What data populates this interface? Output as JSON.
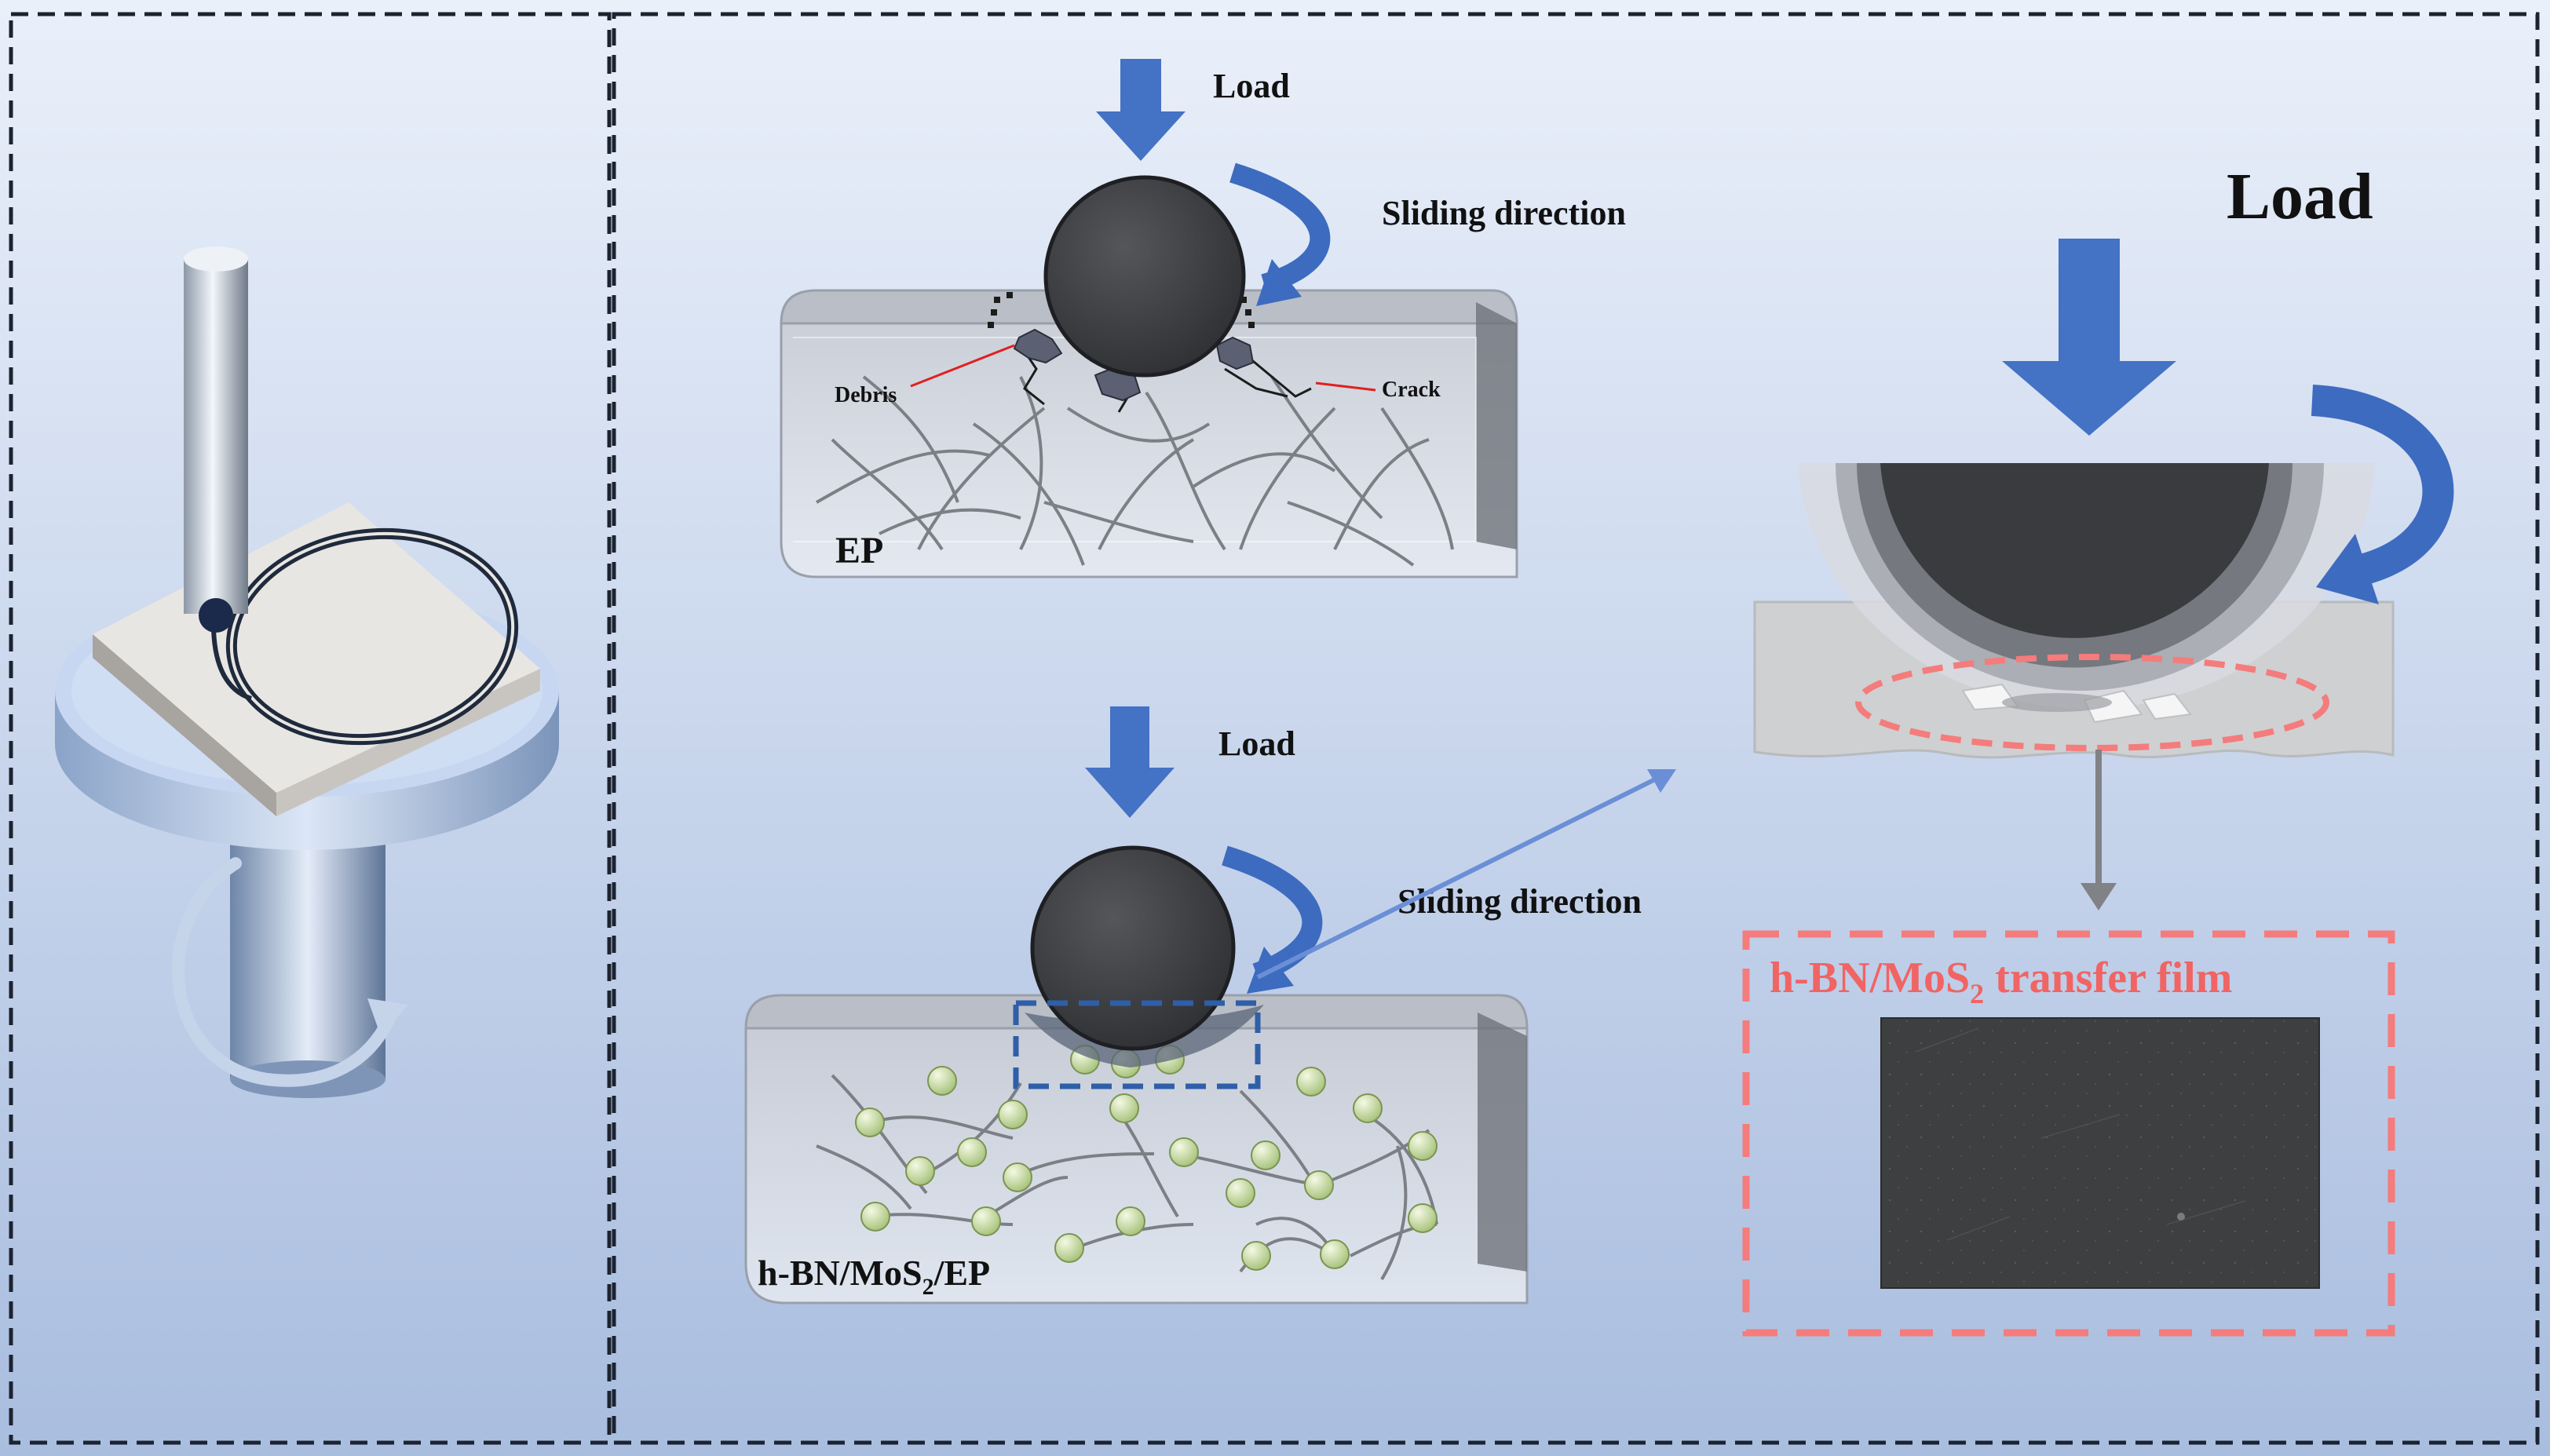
{
  "labels": {
    "load_top": "Load",
    "sliding_top": "Sliding direction",
    "debris": "Debris",
    "crack": "Crack",
    "ep": "EP",
    "load_mid": "Load",
    "sliding_mid": "Sliding direction",
    "composite_prefix": "h-BN/MoS",
    "composite_sub": "2",
    "composite_suffix": "/EP",
    "load_right": "Load",
    "film_prefix": "h-BN/MoS",
    "film_sub": "2",
    "film_suffix": " transfer film"
  },
  "colors": {
    "arrow_blue": "#4472c4",
    "ball": "#3a3a3c",
    "film_border": "#f47c7c",
    "film_text": "#f06464",
    "filler": "#cfe0a8",
    "background_top": "#eaf0fa",
    "background_bottom": "#a9bddf"
  }
}
